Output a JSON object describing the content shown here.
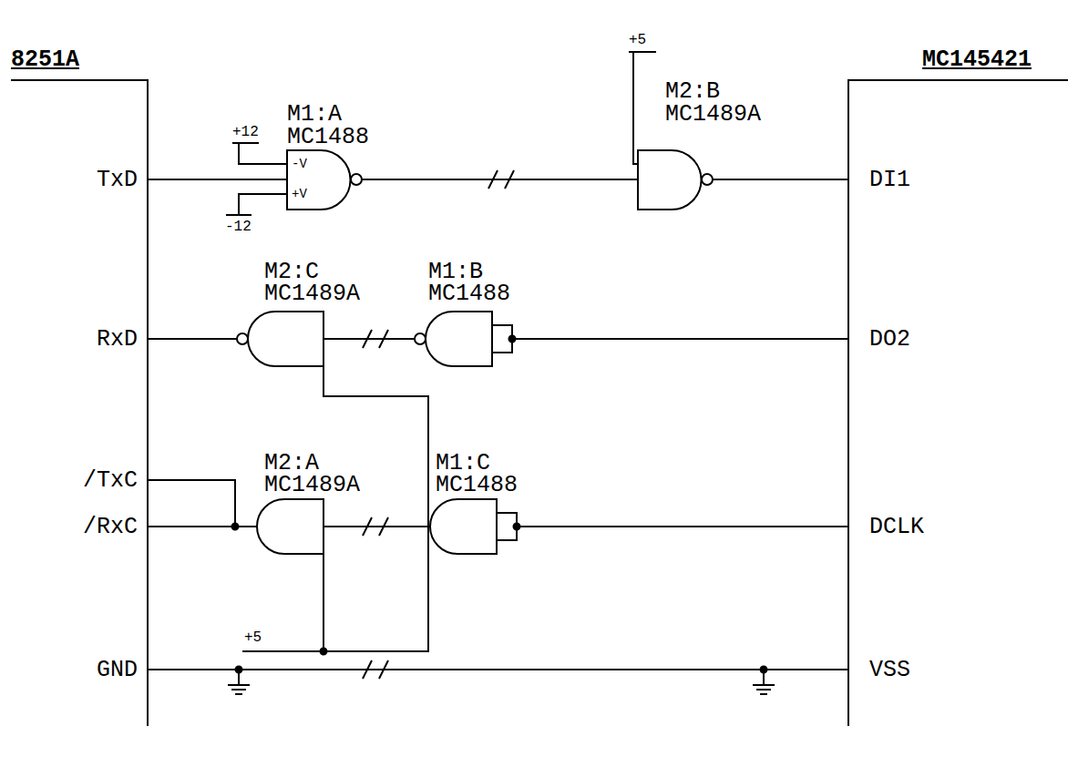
{
  "diagram": {
    "nodes": [
      {
        "text": [
          "8251A",
          "TxD",
          "RxD",
          "/TxC",
          "/RxC",
          "GND"
        ]
      },
      {
        "text": [
          "MC145421",
          "DI1",
          "DO2",
          "DCLK",
          "VSS"
        ]
      }
    ],
    "edges": [
      {
        "from": 0,
        "to": 1,
        "arrow": "none"
      }
    ],
    "labels": [
      "M1:A",
      "MC1488",
      "+12",
      "-V",
      "+V",
      "-12",
      "M2:B",
      "MC1489A",
      "+5",
      "M2:C",
      "MC1489A",
      "M1:B",
      "MC1488",
      "M2:A",
      "MC1489A",
      "+5",
      "M1:C",
      "MC1488"
    ]
  }
}
